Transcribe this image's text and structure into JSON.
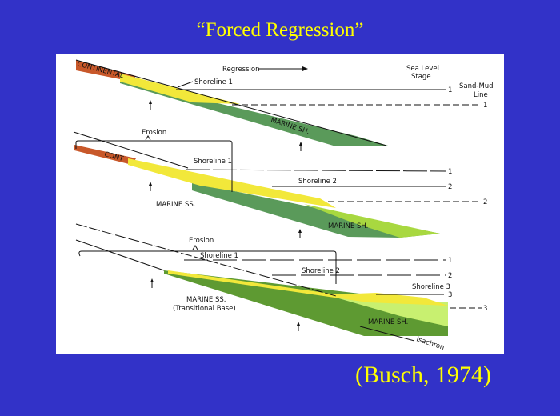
{
  "title": "“Forced Regression”",
  "citation": "(Busch, 1974)",
  "colors": {
    "background": "#3232c8",
    "text": "#ffff00",
    "continental": "#c8582a",
    "sandstone": "#f2e83a",
    "marine_shale": "#5a9a5a",
    "light_green": "#a8d840"
  },
  "diagram": {
    "panel1": {
      "continental": "CONTINENTAL",
      "regression": "Regression",
      "sea_level_1": "Sea Level",
      "sea_level_2": "Stage",
      "sand_mud_1": "Sand-Mud",
      "sand_mud_2": "Line",
      "shoreline": "Shoreline 1",
      "stage1": "1",
      "sandmud1": "1",
      "marine_sh": "MARINE SH."
    },
    "panel2": {
      "erosion": "Erosion",
      "cont": "CONT",
      "shoreline1": "Shoreline 1",
      "shoreline2": "Shoreline 2",
      "stage1": "1",
      "stage2": "2",
      "sandmud2": "2",
      "marine_ss": "MARINE SS.",
      "marine_sh": "MARINE SH."
    },
    "panel3": {
      "erosion": "Erosion",
      "shoreline1": "Shoreline 1",
      "shoreline2": "Shoreline 2",
      "shoreline3": "Shoreline 3",
      "stage1": "1",
      "stage2": "2",
      "stage3": "3",
      "sandmud3": "3",
      "marine_ss": "MARINE SS.",
      "transitional": "(Transitional Base)",
      "marine_sh": "MARINE SH.",
      "isochron": "Isachron"
    }
  }
}
